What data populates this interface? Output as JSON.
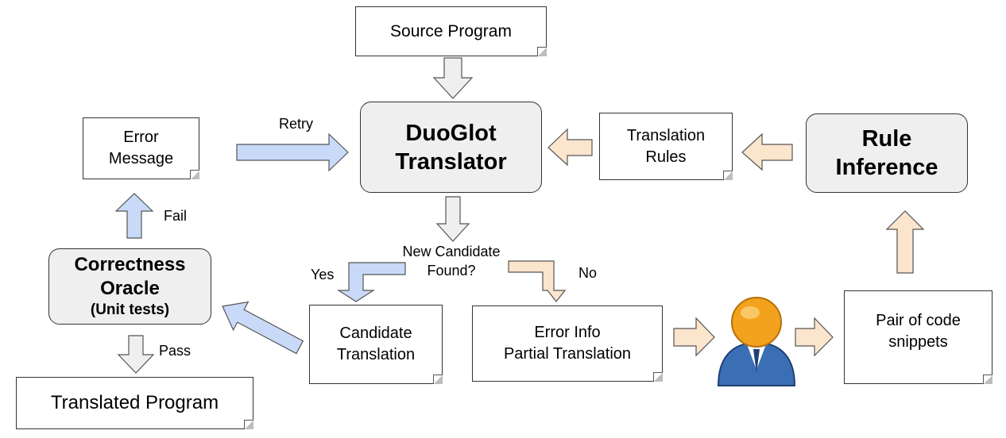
{
  "nodes": {
    "source_program": "Source Program",
    "duoglot_translator": [
      "DuoGlot",
      "Translator"
    ],
    "translation_rules": [
      "Translation",
      "Rules"
    ],
    "rule_inference": [
      "Rule",
      "Inference"
    ],
    "error_message": [
      "Error",
      "Message"
    ],
    "correctness_oracle": [
      "Correctness",
      "Oracle",
      "(Unit tests)"
    ],
    "translated_program": "Translated Program",
    "candidate_translation": [
      "Candidate",
      "Translation"
    ],
    "error_info": [
      "Error Info",
      "Partial Translation"
    ],
    "pair_of_code": [
      "Pair of code",
      "snippets"
    ]
  },
  "decision": [
    "New Candidate",
    "Found?"
  ],
  "edge_labels": {
    "retry": "Retry",
    "fail": "Fail",
    "pass": "Pass",
    "yes": "Yes",
    "no": "No"
  },
  "icons": [
    "user-avatar-icon"
  ],
  "colors": {
    "blue_arrow": "#c9daf8",
    "peach_arrow": "#fce5cd",
    "grey_arrow": "#efefef",
    "grey_box": "#efefef",
    "arrow_stroke": "#555555"
  }
}
